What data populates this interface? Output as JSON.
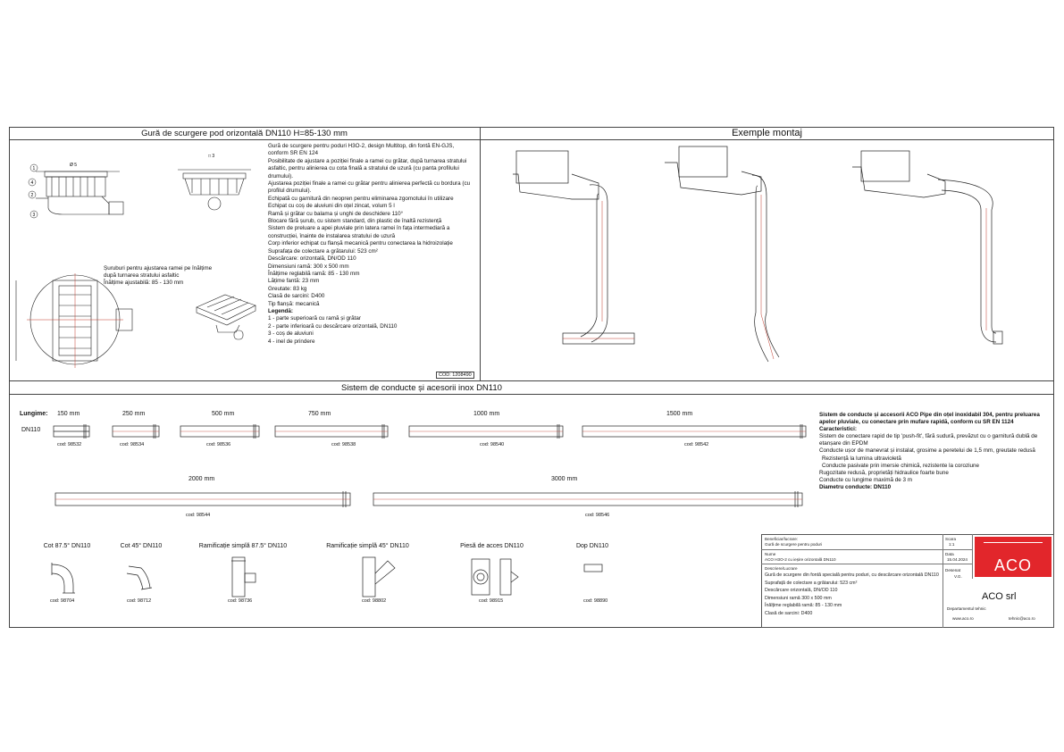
{
  "sheet": {
    "title_left": "Gură de scurgere pod orizontală DN110 H=85-130 mm",
    "title_right": "Exemple montaj",
    "title_middle": "Sistem de conducte și acesorii inox DN110",
    "code_box": "COD: 1208490"
  },
  "callouts": [
    "1",
    "2",
    "3",
    "4"
  ],
  "dimension_top": "Ø 5",
  "dimension_side": "□ 3",
  "screws_note": [
    "Șuruburi pentru ajustarea ramei pe înălțime",
    "după turnarea stratului asfaltic",
    "Înălțime ajustabilă: 85 - 130 mm"
  ],
  "description": [
    "Gură de scurgere pentru poduri  H3O-2, design Multitop, din fontă EN-GJS, conform SR EN 124",
    "Posibilitate de ajustare a poziției finale a ramei cu grătar, după turnarea stratului asfaltic, pentru alinierea cu cota finală a stratului de uzură (cu panta profilului drumului).",
    "Ajustarea poziției finale a ramei cu grătar pentru alinierea perfectă cu bordura (cu profilul drumului).",
    "Echipată cu garnitură din neopren pentru eliminarea zgomotului în utilizare",
    "Echipat cu coș de aluviuni din oțel zincat, volum 5 l",
    "Ramă și grătar cu balama și unghi de deschidere 110°",
    "Blocare fără șurub, cu sistem standard, din plastic de înaltă rezistență",
    "Sistem de preluare a apei pluviale prin latera ramei în fața intermediară a construcției, înainte de instalarea stratului de uzură",
    "Corp inferior echipat cu flanșă mecanică pentru conectarea la hidroizolație",
    "Suprafața de colectare a grătarului: 523 cm²",
    "Descărcare: orizontală, DN/OD 110",
    "Dimensiuni ramă: 300 x 500 mm",
    "Înălțime reglabilă ramă: 85 - 130 mm",
    "Lățime fantă: 23 mm",
    "Greutate: 83 kg",
    "Clasă de sarcini: D400",
    "Tip flanșă: mecanică",
    "Legendă:",
    "1 - parte superioară cu ramă și grătar",
    "2 - parte inferioară cu descărcare orizontală, DN110",
    "3 - coș de aluviuni",
    "4 - inel de prindere"
  ],
  "pipes": {
    "row_label": "Lungime:",
    "dn_label": "DN110",
    "items": [
      {
        "length": "150 mm",
        "code": "cod: 98532"
      },
      {
        "length": "250 mm",
        "code": "cod: 98534"
      },
      {
        "length": "500 mm",
        "code": "cod: 98536"
      },
      {
        "length": "750 mm",
        "code": "cod: 98538"
      },
      {
        "length": "1000 mm",
        "code": "cod: 98540"
      },
      {
        "length": "1500 mm",
        "code": "cod: 98542"
      },
      {
        "length": "2000 mm",
        "code": "cod: 98544"
      },
      {
        "length": "3000 mm",
        "code": "cod: 98546"
      }
    ]
  },
  "pipe_info": [
    "Sistem de conducte și accesorii ACO Pipe din oțel inoxidabil 304, pentru preluarea apelor pluviale, cu conectare prin mufare rapidă, conform cu SR EN 1124",
    "Caracteristici:",
    "Sistem de conectare rapid de tip 'push-fit', fără sudură, prevăzut cu o garnitură dublă de etanșare din EPDM",
    "Conducte ușor de manevrat și instalat, grosime a peretelui de 1,5 mm, greutate redusă",
    "Rezistență la lumina ultravioletă",
    "Conducte pasivate prin imersie chimică, rezistente la coroziune",
    "Rugozitate redusă, proprietăți hidraulice foarte bune",
    "Conducte cu lungime maximă de 3 m",
    "Diametru conducte: DN110"
  ],
  "fittings": [
    {
      "name": "Cot 87.5° DN110",
      "code": "cod: 98704"
    },
    {
      "name": "Cot 45° DN110",
      "code": "cod: 98712"
    },
    {
      "name": "Ramificație simplă 87.5° DN110",
      "code": "cod: 98736"
    },
    {
      "name": "Ramificație simplă 45° DN110",
      "code": "cod: 98802"
    },
    {
      "name": "Piesă de acces DN110",
      "code": "cod: 98915"
    },
    {
      "name": "Dop DN110",
      "code": "cod: 98890"
    }
  ],
  "title_block": {
    "beneficiary_label": "Beneficiar/lucrare:",
    "beneficiary_value": "Gură de scurgere pentru poduri",
    "scale_label": "Scara",
    "scale_value": "1:1",
    "name_label": "Nume",
    "name_value": "ACO H3O-2 cu ieșire orizontală DN110",
    "date_label": "Data",
    "date_value": "15.04.2024",
    "desc_label": "Descriere/Lucrare",
    "desc_lines": [
      "Gură de scurgere din fontă specială pentru poduri, cu descărcare orizontală DN110",
      "Suprafață de colectare a grătarului: 523 cm²",
      "Descărcare orizontală, DN/OD 110",
      "Dimensiuni ramă 300 x 500 mm",
      "Înălțime reglabilă ramă: 85 - 130 mm",
      "Clasă de sarcini: D400"
    ],
    "drawn_label": "Desenat",
    "drawn_value": "V.G.",
    "company": "ACO srl",
    "dept": "Departamentul tehnic",
    "web": "www.aco.ro",
    "email": "tehnic@aco.ro",
    "logo_text": "ACO",
    "logo_color": "#e2262b"
  }
}
